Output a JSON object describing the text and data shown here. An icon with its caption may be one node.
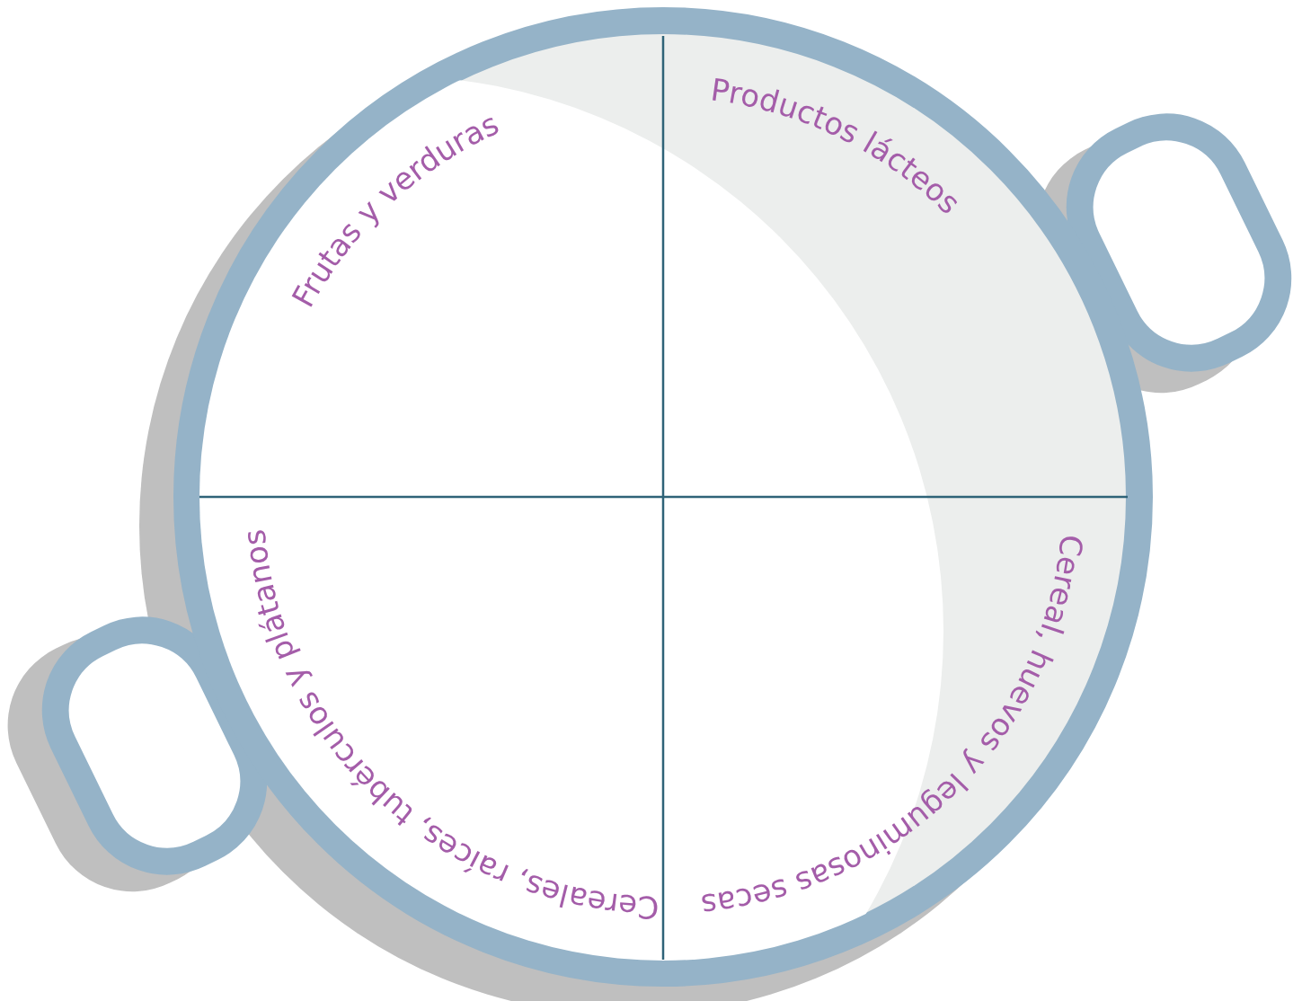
{
  "diagram": {
    "labels": [
      "Frutas y verduras",
      "Productos lácteos",
      "Cereal, huevos y leguminosas secas",
      "Cereales, raíces, tubérculos y plátanos"
    ]
  }
}
